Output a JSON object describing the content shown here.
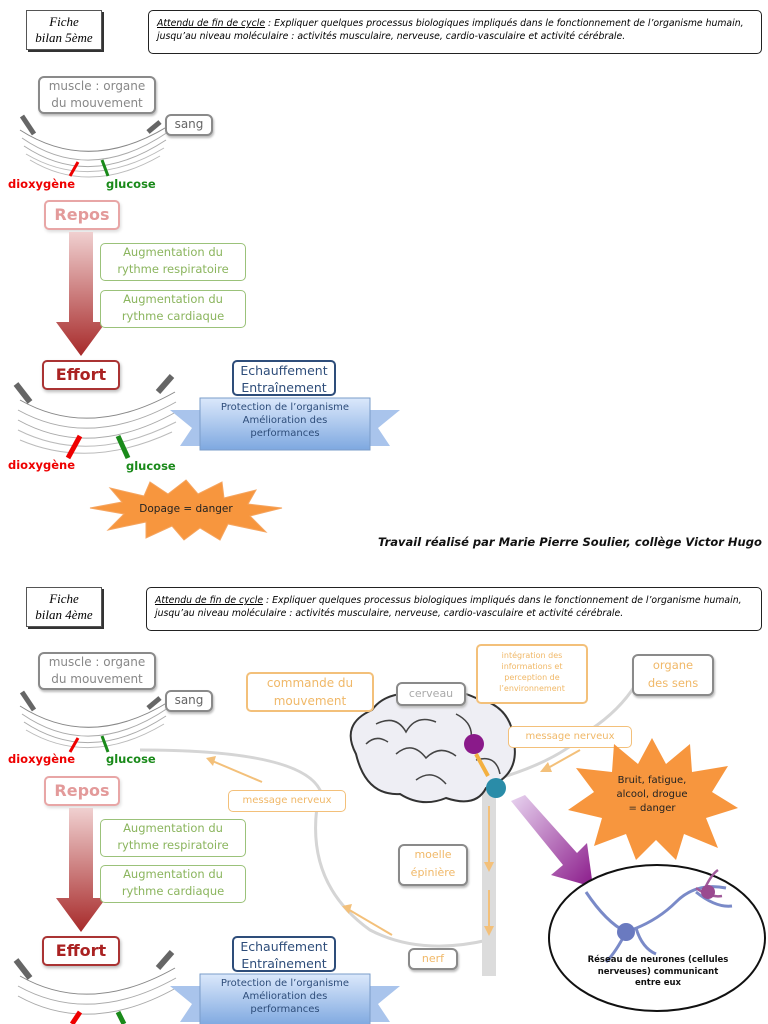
{
  "colors": {
    "red": "#e00000",
    "green": "#1a8a1a",
    "effort": "#a22222",
    "blue": "#2e4d7a",
    "orange": "#f7963e"
  },
  "top": {
    "fiche": [
      "Fiche",
      "bilan 5ème"
    ],
    "attendu_label": "Attendu de fin de cycle",
    "attendu_text": " : Expliquer quelques processus biologiques impliqués dans le fonctionnement de l’organisme humain, jusqu’au niveau moléculaire : activités musculaire, nerveuse, cardio-vasculaire et activité cérébrale.",
    "muscle_label": [
      "muscle : organe",
      "du mouvement"
    ],
    "sang": "sang",
    "dioxygene": "dioxygène",
    "glucose": "glucose",
    "repos": "Repos",
    "aug_resp": [
      "Augmentation du",
      "rythme respiratoire"
    ],
    "aug_card": [
      "Augmentation du",
      "rythme cardiaque"
    ],
    "effort": "Effort",
    "echauffement": [
      "Echauffement",
      "Entraînement"
    ],
    "ribbon": [
      "Protection de l’organisme",
      "Amélioration des",
      "performances"
    ],
    "dioxygene2": "dioxygène",
    "glucose2": "glucose",
    "dopage": "Dopage = danger",
    "credit": "Travail réalisé par Marie Pierre Soulier, collège Victor Hugo"
  },
  "bottom": {
    "fiche": [
      "Fiche",
      "bilan 4ème"
    ],
    "attendu_label": "Attendu de fin de cycle",
    "attendu_text": " : Expliquer quelques processus biologiques impliqués dans le fonctionnement de l’organisme humain, jusqu’au niveau moléculaire : activités musculaire, nerveuse, cardio-vasculaire et activité cérébrale.",
    "muscle_label": [
      "muscle : organe",
      "du mouvement"
    ],
    "sang": "sang",
    "dioxygene": "dioxygène",
    "glucose": "glucose",
    "repos": "Repos",
    "aug_resp": [
      "Augmentation du",
      "rythme respiratoire"
    ],
    "aug_card": [
      "Augmentation du",
      "rythme cardiaque"
    ],
    "effort": "Effort",
    "echauffement": [
      "Echauffement",
      "Entraînement"
    ],
    "ribbon": [
      "Protection de l’organisme",
      "Amélioration des",
      "performances"
    ],
    "commande": [
      "commande du",
      "mouvement"
    ],
    "cerveau": "cerveau",
    "integration": [
      "intégration des",
      "informations et",
      "perception de",
      "l’environnement"
    ],
    "organe_sens": [
      "organe",
      "des sens"
    ],
    "message1": "message nerveux",
    "message2": "message nerveux",
    "moelle": [
      "moelle",
      "épinière"
    ],
    "nerf": "nerf",
    "danger": [
      "Bruit, fatigue,",
      "alcool, drogue",
      "= danger"
    ],
    "neurones": [
      "Réseau de neurones (cellules",
      "nerveuses) communicant",
      "entre eux"
    ]
  }
}
